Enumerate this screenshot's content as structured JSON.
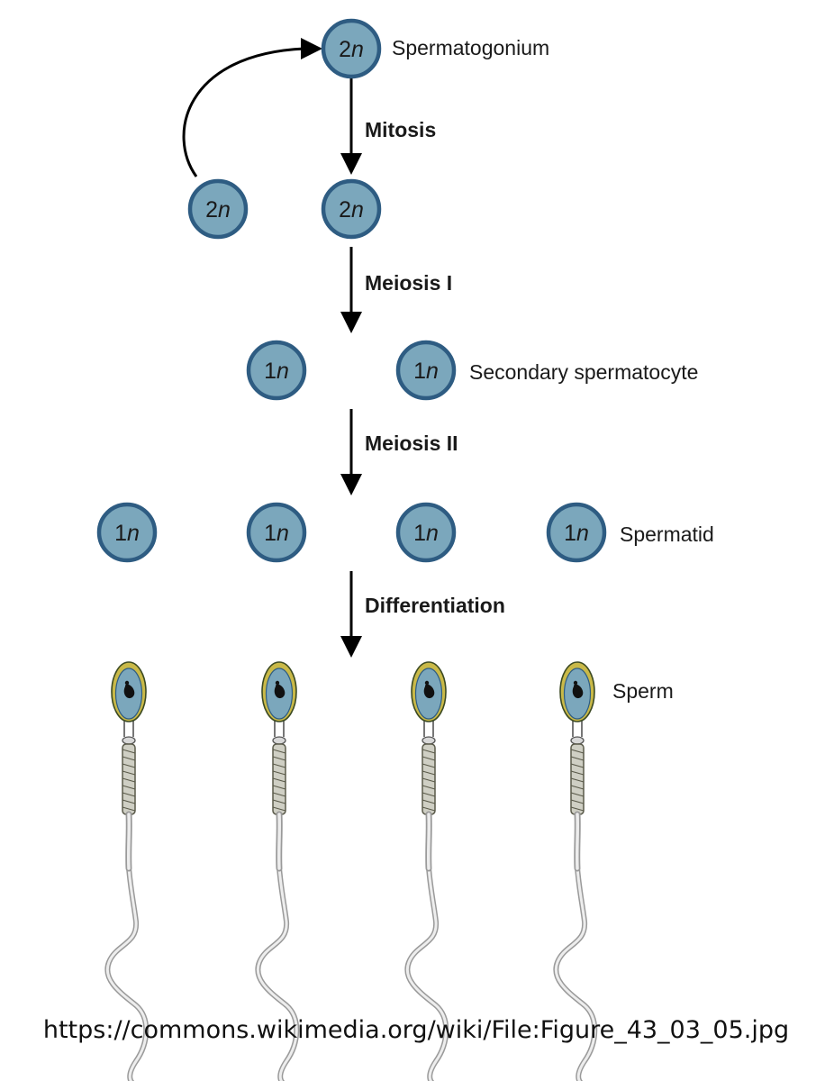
{
  "cells": [
    {
      "id": "spermatogonium",
      "base": "2",
      "ital": "n"
    },
    {
      "id": "stem-renewed",
      "base": "2",
      "ital": "n"
    },
    {
      "id": "primary",
      "base": "2",
      "ital": "n"
    },
    {
      "id": "secondary-1",
      "base": "1",
      "ital": "n"
    },
    {
      "id": "secondary-2",
      "base": "1",
      "ital": "n"
    },
    {
      "id": "spermatid-1",
      "base": "1",
      "ital": "n"
    },
    {
      "id": "spermatid-2",
      "base": "1",
      "ital": "n"
    },
    {
      "id": "spermatid-3",
      "base": "1",
      "ital": "n"
    },
    {
      "id": "spermatid-4",
      "base": "1",
      "ital": "n"
    }
  ],
  "labels": {
    "spermatogonium": "Spermatogonium",
    "secondary": "Secondary spermatocyte",
    "spermatid": "Spermatid",
    "sperm": "Sperm"
  },
  "steps": {
    "mitosis": "Mitosis",
    "meiosis1": "Meiosis I",
    "meiosis2": "Meiosis II",
    "differentiation": "Differentiation"
  },
  "source": "https://commons.wikimedia.org/wiki/File:Figure_43_03_05.jpg",
  "colors": {
    "cell_fill": "#7ba7bc",
    "cell_stroke": "#2e5c82",
    "sperm_head_outline": "#c9b948"
  }
}
